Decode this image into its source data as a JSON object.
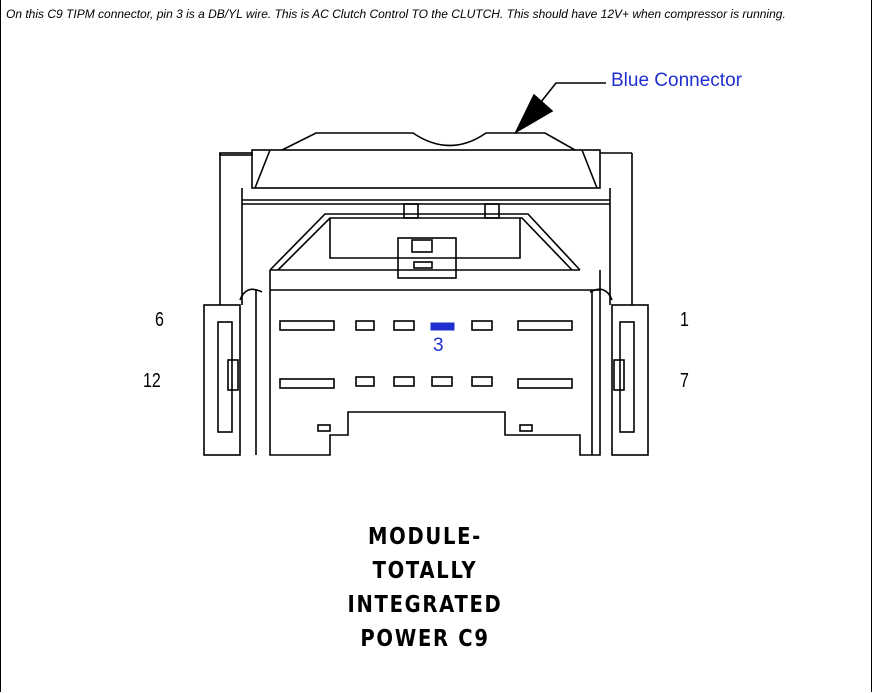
{
  "note": "On this C9 TIPM connector, pin 3 is a DB/YL wire. This is AC Clutch Control TO the CLUTCH. This should have 12V+ when compressor is running.",
  "callout": "Blue Connector",
  "pins": {
    "top_left": "6",
    "bottom_left": "12",
    "top_right": "1",
    "bottom_right": "7",
    "highlight": "3"
  },
  "title_lines": [
    "MODULE-",
    "TOTALLY",
    "INTEGRATED",
    "POWER C9"
  ],
  "colors": {
    "callout": "#1f2fd0",
    "highlight_pin": "#1f2fd0",
    "line": "#000000"
  }
}
